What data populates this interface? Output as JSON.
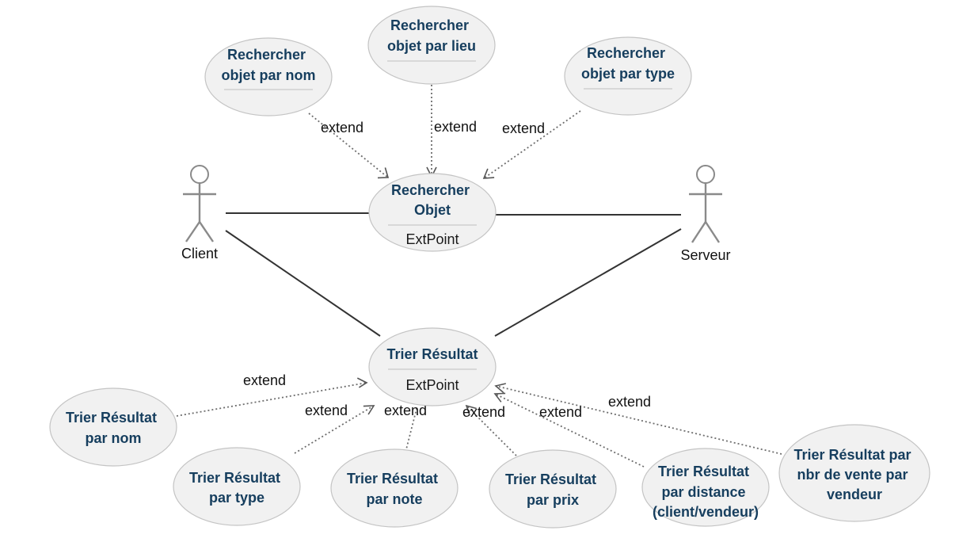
{
  "actors": {
    "client": "Client",
    "serveur": "Serveur"
  },
  "use_cases": {
    "rechercher_objet": [
      "Rechercher",
      "Objet"
    ],
    "rechercher_objet_ext": "ExtPoint",
    "rechercher_par_nom": [
      "Rechercher",
      "objet par nom"
    ],
    "rechercher_par_lieu": [
      "Rechercher",
      "objet par lieu"
    ],
    "rechercher_par_type": [
      "Rechercher",
      "objet par type"
    ],
    "trier_resultat": [
      "Trier Résultat"
    ],
    "trier_resultat_ext": "ExtPoint",
    "trier_par_nom": [
      "Trier Résultat",
      "par nom"
    ],
    "trier_par_type": [
      "Trier Résultat",
      "par type"
    ],
    "trier_par_note": [
      "Trier Résultat",
      "par note"
    ],
    "trier_par_prix": [
      "Trier Résultat",
      "par prix"
    ],
    "trier_par_distance": [
      "Trier Résultat",
      "par distance",
      "(client/vendeur)"
    ],
    "trier_par_vente": [
      "Trier Résultat par",
      "nbr de vente par",
      "vendeur"
    ]
  },
  "relations": {
    "extend_label": "extend"
  }
}
